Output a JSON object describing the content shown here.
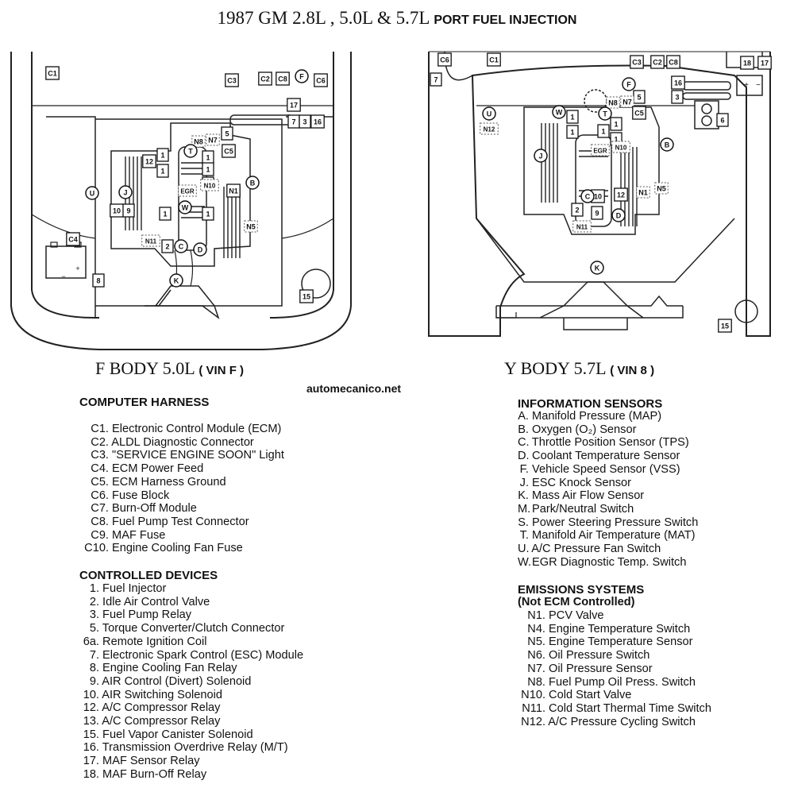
{
  "title": {
    "main": "1987 GM 2.8L , 5.0L & 5.7L",
    "bold": "PORT FUEL INJECTION"
  },
  "watermark": "automecanico.net",
  "left_diagram": {
    "caption": "F BODY 5.0L",
    "caption_bold": "( VIN F )",
    "labels": [
      "C1",
      "C3",
      "C2",
      "C8",
      "F",
      "C6",
      "17",
      "7",
      "3",
      "16",
      "5",
      "C5",
      "N8",
      "N7",
      "T",
      "12",
      "1",
      "1",
      "1",
      "1",
      "1",
      "EGR",
      "N10",
      "N1",
      "B",
      "U",
      "J",
      "10",
      "9",
      "1",
      "W",
      "1",
      "N5",
      "C4",
      "N11",
      "2",
      "C",
      "D",
      "K",
      "8",
      "15"
    ]
  },
  "right_diagram": {
    "caption": "Y BODY 5.7L",
    "caption_bold": "( VIN 8 )",
    "labels": [
      "C6",
      "C1",
      "C3",
      "C2",
      "C8",
      "18",
      "17",
      "7",
      "F",
      "5",
      "16",
      "3",
      "N7",
      "N8",
      "C5",
      "U",
      "N12",
      "W",
      "T",
      "6",
      "1",
      "1",
      "1",
      "1",
      "1",
      "EGR",
      "N10",
      "B",
      "J",
      "10",
      "12",
      "N1",
      "N5",
      "C",
      "2",
      "9",
      "D",
      "N11",
      "K",
      "15"
    ]
  },
  "computer_harness": {
    "heading": "COMPUTER HARNESS",
    "items": [
      {
        "code": "C1.",
        "text": "Electronic Control Module (ECM)"
      },
      {
        "code": "C2.",
        "text": "ALDL Diagnostic Connector"
      },
      {
        "code": "C3.",
        "text": "\"SERVICE ENGINE SOON\" Light"
      },
      {
        "code": "C4.",
        "text": "ECM Power Feed"
      },
      {
        "code": "C5.",
        "text": "ECM Harness Ground"
      },
      {
        "code": "C6.",
        "text": "Fuse Block"
      },
      {
        "code": "C7.",
        "text": "Burn-Off Module"
      },
      {
        "code": "C8.",
        "text": "Fuel Pump Test Connector"
      },
      {
        "code": "C9.",
        "text": "MAF Fuse"
      },
      {
        "code": "C10.",
        "text": "Engine Cooling Fan Fuse"
      }
    ]
  },
  "controlled_devices": {
    "heading": "CONTROLLED DEVICES",
    "items": [
      {
        "code": "1.",
        "text": "Fuel Injector"
      },
      {
        "code": "2.",
        "text": "Idle Air Control Valve"
      },
      {
        "code": "3.",
        "text": "Fuel Pump Relay"
      },
      {
        "code": "5.",
        "text": "Torque Converter/Clutch Connector"
      },
      {
        "code": "6a.",
        "text": "Remote Ignition Coil"
      },
      {
        "code": "7.",
        "text": "Electronic Spark Control (ESC) Module"
      },
      {
        "code": "8.",
        "text": "Engine Cooling Fan Relay"
      },
      {
        "code": "9.",
        "text": "AIR Control (Divert) Solenoid"
      },
      {
        "code": "10.",
        "text": "AIR Switching Solenoid"
      },
      {
        "code": "12.",
        "text": "A/C Compressor Relay"
      },
      {
        "code": "13.",
        "text": "A/C Compressor Relay"
      },
      {
        "code": "15.",
        "text": "Fuel Vapor Canister Solenoid"
      },
      {
        "code": "16.",
        "text": "Transmission Overdrive Relay (M/T)"
      },
      {
        "code": "17.",
        "text": "MAF Sensor Relay"
      },
      {
        "code": "18.",
        "text": "MAF Burn-Off Relay"
      }
    ]
  },
  "information_sensors": {
    "heading": "INFORMATION SENSORS",
    "items": [
      {
        "code": "A.",
        "text": "Manifold Pressure (MAP)"
      },
      {
        "code": "B.",
        "text": "Oxygen (O₂) Sensor"
      },
      {
        "code": "C.",
        "text": "Throttle Position Sensor (TPS)"
      },
      {
        "code": "D.",
        "text": "Coolant Temperature Sensor"
      },
      {
        "code": "F.",
        "text": "Vehicle Speed Sensor (VSS)"
      },
      {
        "code": "J.",
        "text": "ESC Knock Sensor"
      },
      {
        "code": "K.",
        "text": "Mass Air Flow Sensor"
      },
      {
        "code": "M.",
        "text": "Park/Neutral Switch"
      },
      {
        "code": "S.",
        "text": "Power Steering Pressure Switch"
      },
      {
        "code": "T.",
        "text": "Manifold Air Temperature (MAT)"
      },
      {
        "code": "U.",
        "text": "A/C Pressure Fan Switch"
      },
      {
        "code": "W.",
        "text": "EGR Diagnostic Temp. Switch"
      }
    ]
  },
  "emissions_systems": {
    "heading": "EMISSIONS SYSTEMS",
    "subheading": "(Not ECM Controlled)",
    "items": [
      {
        "code": "N1.",
        "text": "PCV Valve"
      },
      {
        "code": "N4.",
        "text": "Engine Temperature Switch"
      },
      {
        "code": "N5.",
        "text": "Engine Temperature Sensor"
      },
      {
        "code": "N6.",
        "text": "Oil Pressure Switch"
      },
      {
        "code": "N7.",
        "text": "Oil Pressure Sensor"
      },
      {
        "code": "N8.",
        "text": "Fuel Pump Oil Press. Switch"
      },
      {
        "code": "N10.",
        "text": "Cold Start Valve"
      },
      {
        "code": "N11.",
        "text": "Cold Start Thermal Time Switch"
      },
      {
        "code": "N12.",
        "text": "A/C Pressure Cycling Switch"
      }
    ]
  }
}
